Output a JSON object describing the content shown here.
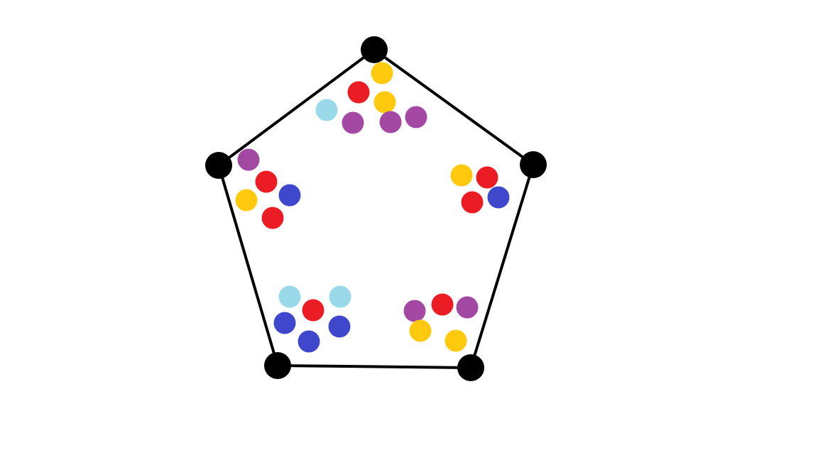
{
  "diagram": {
    "shape": "pentagon",
    "background_color": "#ffffff",
    "edge_color": "#000000",
    "vertex_color": "#000000",
    "vertex_count": 5,
    "palette": {
      "red": "#ec1c24",
      "yellow": "#ffc90e",
      "purple": "#a349a4",
      "blue": "#3f48cc",
      "light_blue": "#99d9ea"
    },
    "clusters": [
      {
        "name": "top",
        "color_counts": {
          "yellow": 2,
          "red": 1,
          "light_blue": 1,
          "purple": 3
        }
      },
      {
        "name": "right",
        "color_counts": {
          "yellow": 1,
          "red": 2,
          "blue": 1
        }
      },
      {
        "name": "left",
        "color_counts": {
          "purple": 1,
          "red": 2,
          "yellow": 1,
          "blue": 1
        }
      },
      {
        "name": "bottom-left",
        "color_counts": {
          "light_blue": 2,
          "red": 1,
          "blue": 3
        }
      },
      {
        "name": "bottom-right",
        "color_counts": {
          "purple": 2,
          "red": 1,
          "yellow": 2
        }
      }
    ]
  }
}
